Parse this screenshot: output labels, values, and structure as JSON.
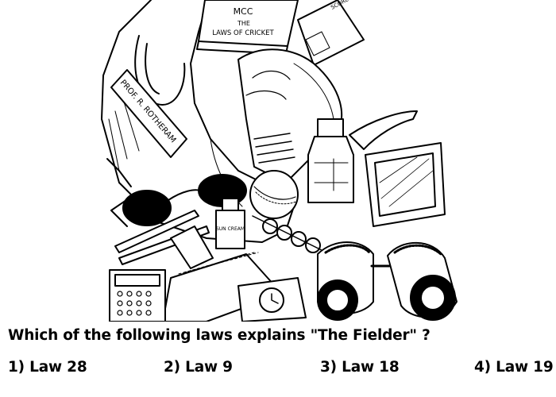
{
  "illustration": {
    "book_title": "THE LAWS OF CRICKET",
    "book_title_line1": "THE",
    "book_title_line2": "LAWS OF CRICKET",
    "book_monogram": "MCC",
    "bag_label": "PROF. R. ROTHERAM",
    "note_label": "SCORE",
    "bottle_label": "SUN CREAM",
    "colors": {
      "ink": "#000000",
      "paper": "#ffffff"
    }
  },
  "quiz": {
    "question": "Which of the following laws explains \"The Fielder\" ?",
    "options": [
      {
        "label": "1) Law 28"
      },
      {
        "label": "2) Law 9"
      },
      {
        "label": "3) Law 18"
      },
      {
        "label": "4) Law 19"
      }
    ]
  }
}
